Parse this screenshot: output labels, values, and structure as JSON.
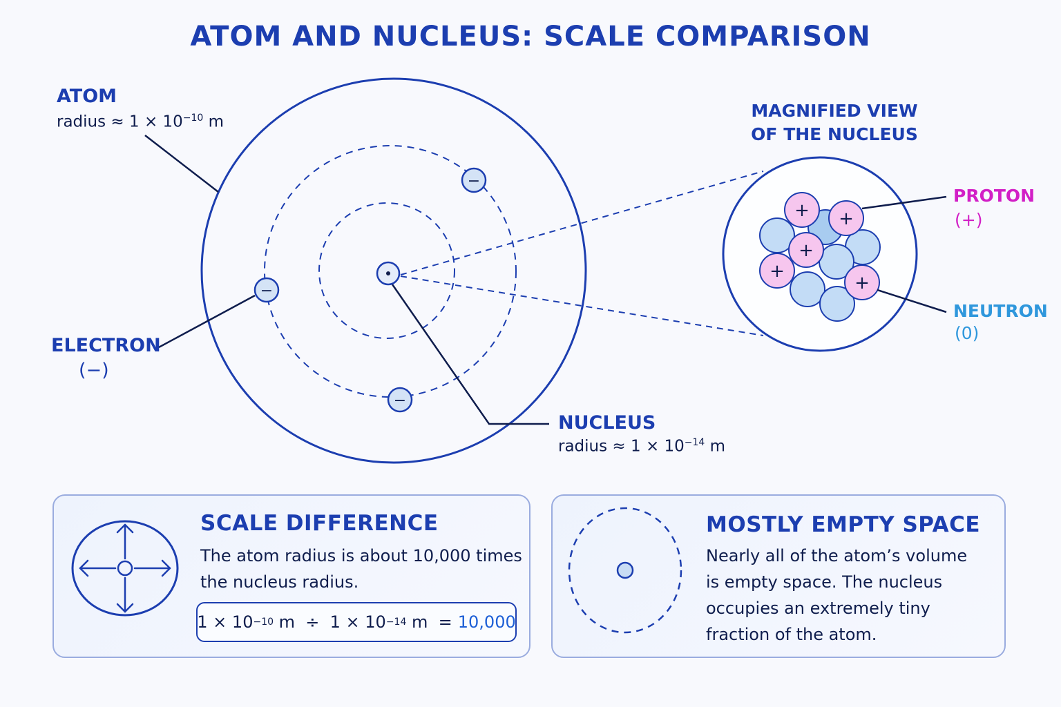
{
  "title": "ATOM AND NUCLEUS: SCALE COMPARISON",
  "atom": {
    "heading": "ATOM",
    "radius_label": "radius ≈ 1 × 10",
    "radius_exp": "−10",
    "radius_unit": " m"
  },
  "electron": {
    "heading": "ELECTRON",
    "charge": "(−)",
    "symbol": "−"
  },
  "nucleus": {
    "heading": "NUCLEUS",
    "radius_label": "radius ≈ 1 × 10",
    "radius_exp": "−14",
    "radius_unit": " m"
  },
  "magnified": {
    "line1": "MAGNIFIED VIEW",
    "line2": "OF THE NUCLEUS"
  },
  "proton": {
    "heading": "PROTON",
    "charge": "(+)",
    "symbol": "+"
  },
  "neutron": {
    "heading": "NEUTRON",
    "charge": "(0)"
  },
  "scale_card": {
    "title": "SCALE DIFFERENCE",
    "text": "The atom radius is about 10,000 times the nucleus radius.",
    "formula": {
      "a": "1 × 10",
      "a_exp": "−10",
      "a_unit": " m  ÷  1 × 10",
      "b_exp": "−14",
      "b_unit": " m  =",
      "result": "10,000"
    }
  },
  "space_card": {
    "title": "MOSTLY EMPTY SPACE",
    "text": "Nearly all of the atom’s volume is empty space. The nucleus occupies an extremely tiny fraction of the atom."
  },
  "colors": {
    "primary": "#1c3eb0",
    "dark": "#0f1d4d",
    "proton_fill": "#f6c6ee",
    "proton_label": "#d21fc6",
    "neutron_fill": "#c3dcf6",
    "neutron_label": "#2f97dc"
  }
}
